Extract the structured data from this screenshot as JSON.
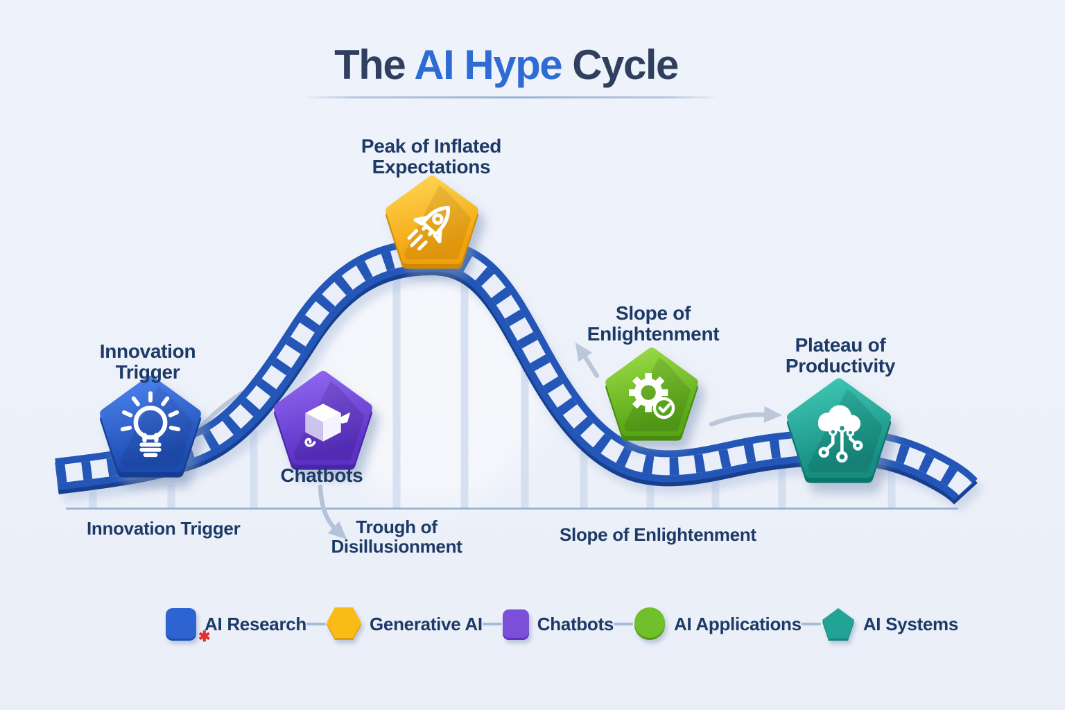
{
  "title": {
    "part1": "The",
    "part2": "AI Hype",
    "part3": "Cycle"
  },
  "stages": [
    {
      "name": "innovation-trigger",
      "label_lines": [
        "Innovation",
        "Trigger"
      ],
      "icon": "lightbulb-icon",
      "color": "#2e63d2",
      "color_dark": "#1c4cb0"
    },
    {
      "name": "peak-of-inflated-expectations",
      "label_lines": [
        "Peak of Inflated",
        "Expectations"
      ],
      "icon": "rocket-icon",
      "color": "#f6b512",
      "color_dark": "#e09a07"
    },
    {
      "name": "chatbots",
      "label_lines": [
        "Chatbots"
      ],
      "icon": "package-box-icon",
      "color": "#7348d4",
      "color_dark": "#5c31c6"
    },
    {
      "name": "slope-of-enlightenment",
      "label_lines": [
        "Slope of",
        "Enlightenment"
      ],
      "icon": "gear-check-icon",
      "color": "#76c02c",
      "color_dark": "#58a518"
    },
    {
      "name": "plateau-of-productivity",
      "label_lines": [
        "Plateau of",
        "Productivity"
      ],
      "icon": "cloud-circuit-icon",
      "color": "#24a795",
      "color_dark": "#178d80"
    }
  ],
  "axis_labels": {
    "left": "Innovation Trigger",
    "mid_lines": [
      "Trough of",
      "Disillusionment"
    ],
    "right": "Slope of Enlightenment"
  },
  "legend": {
    "items": [
      {
        "label": "AI Research",
        "shape": "square",
        "color": "#2e63d2",
        "color_dark": "#1c4cb0",
        "marker": "✱"
      },
      {
        "label": "Generative AI",
        "shape": "hexagon",
        "color": "#f9bb16",
        "color_dark": "#e09a07"
      },
      {
        "label": "Chatbots",
        "shape": "square",
        "color": "#7c4fd8",
        "color_dark": "#5c31c6"
      },
      {
        "label": "AI Applications",
        "shape": "circle",
        "color": "#6fc02a",
        "color_dark": "#519a14"
      },
      {
        "label": "AI Systems",
        "shape": "pentagon",
        "color": "#21a496",
        "color_dark": "#14857a"
      }
    ]
  },
  "colors": {
    "background": "#edf1f9",
    "track": "#2356b7",
    "track_underside": "#173f8e",
    "track_gap": "#e9eef8",
    "track_shadow": "#9db1d3",
    "axis_line": "#8ba6c9",
    "support_post": "#d3deef",
    "arrow": "#bcc8da",
    "arrow_down": "#b4c3da",
    "underline": "#b6c6e0",
    "text": "#1d3a66",
    "title_dark": "#303f5e",
    "title_accent": "#2e6bd4",
    "asterisk": "#e02f2f"
  }
}
